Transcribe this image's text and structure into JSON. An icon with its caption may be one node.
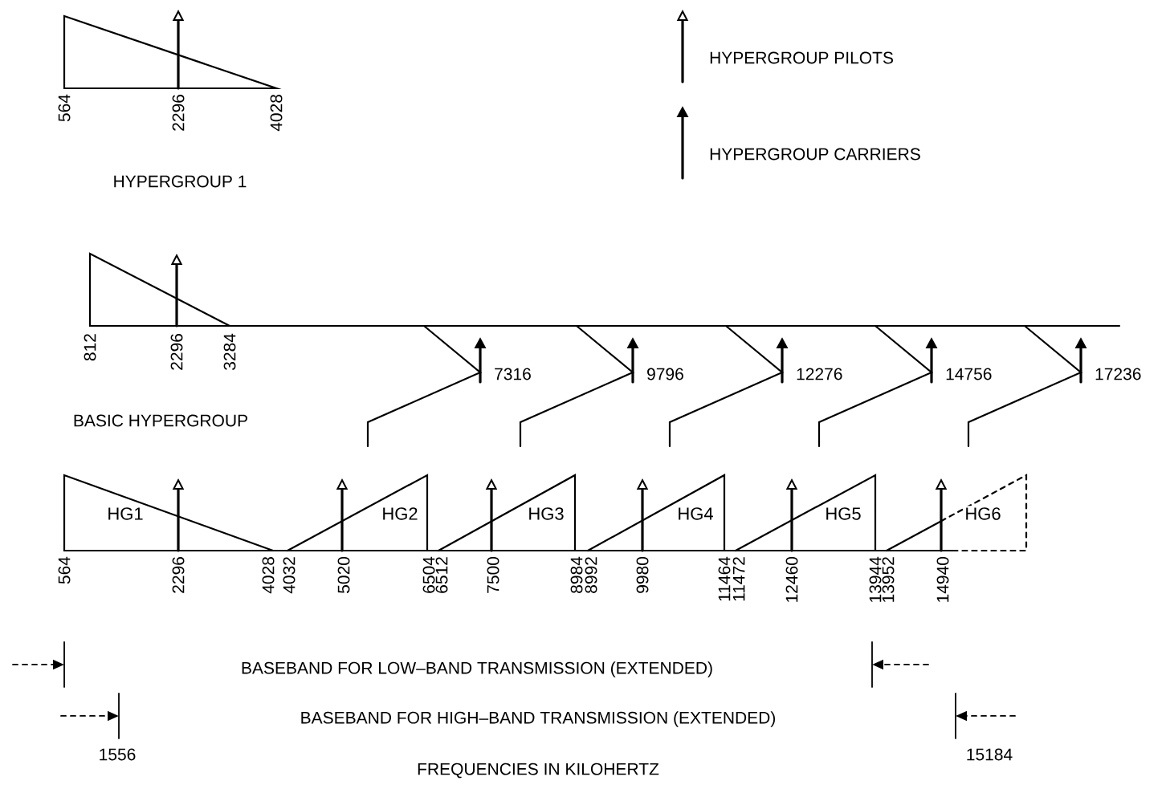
{
  "diagram": {
    "nodes": [
      {
        "text": [
          "HG1"
        ]
      },
      {
        "text": [
          "HG2"
        ]
      },
      {
        "text": [
          "HG3"
        ]
      },
      {
        "text": [
          "HG4"
        ]
      },
      {
        "text": [
          "HG5"
        ]
      },
      {
        "text": [
          "HG6"
        ]
      }
    ],
    "labels": [
      "564",
      "2296",
      "4028",
      "HYPERGROUP 1",
      "812",
      "2296",
      "3284",
      "7316",
      "9796",
      "12276",
      "14756",
      "17236",
      "BASIC HYPERGROUP",
      "564",
      "2296",
      "4028",
      "4032",
      "5020",
      "6504",
      "6512",
      "7500",
      "8984",
      "8992",
      "9980",
      "11464",
      "11472",
      "12460",
      "13944",
      "13952",
      "14940",
      "BASEBAND FOR LOW–BAND TRANSMISSION (EXTENDED)",
      "BASEBAND FOR HIGH–BAND TRANSMISSION (EXTENDED)",
      "1556",
      "15184",
      "FREQUENCIES IN KILOHERTZ"
    ],
    "legend": [
      {
        "text": "HYPERGROUP PILOTS"
      },
      {
        "text": "HYPERGROUP CARRIERS"
      }
    ]
  }
}
